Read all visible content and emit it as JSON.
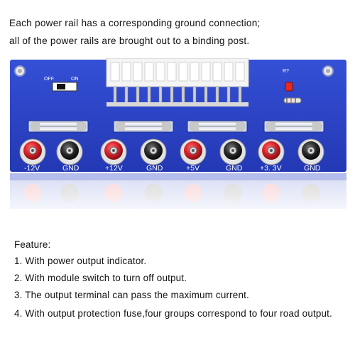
{
  "intro": {
    "line1": "Each power rail has a corresponding ground connection;",
    "line2": "all of the power rails are brought out to a binding post."
  },
  "board": {
    "switch_off": "OFF",
    "switch_on": "ON",
    "led_ref": "R?",
    "rail_labels": [
      "-12V",
      "GND",
      "+12V",
      "GND",
      "+5V",
      "GND",
      "+3. 3V",
      "GND"
    ],
    "colors": {
      "pcb": "#2a44c8",
      "pcb_dark": "#1c2f94",
      "post_red": "#d8222c",
      "post_black": "#2a2a2a",
      "led": "#e52b1f",
      "connector": "#f4f4f4"
    }
  },
  "features": {
    "title": "Feature:",
    "items": [
      "1. With power output indicator.",
      "2. With module switch to turn off output.",
      "3. The output terminal can pass the maximum current.",
      "4. With output protection fuse,four groups correspond to four road output."
    ]
  }
}
